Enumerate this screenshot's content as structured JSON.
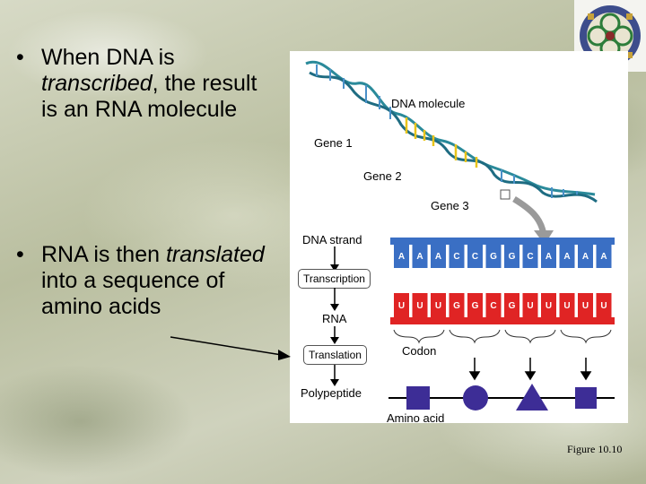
{
  "slide": {
    "bullet1": {
      "lead": "When DNA is",
      "emph": "transcribed",
      "tail": ", the result is an RNA molecule"
    },
    "bullet2": {
      "lead": "RNA is then",
      "emph": "translated",
      "tail": " into a sequence of amino acids"
    },
    "bullet_glyph": "•"
  },
  "figure": {
    "labels": {
      "dna_molecule": "DNA molecule",
      "gene1": "Gene 1",
      "gene2": "Gene 2",
      "gene3": "Gene 3",
      "dna_strand": "DNA strand",
      "transcription": "Transcription",
      "rna": "RNA",
      "translation": "Translation",
      "codon": "Codon",
      "polypeptide": "Polypeptide",
      "amino_acid": "Amino acid"
    },
    "dna_bases": [
      "A",
      "A",
      "A",
      "C",
      "C",
      "G",
      "G",
      "C",
      "A",
      "A",
      "A",
      "A"
    ],
    "rna_bases": [
      "U",
      "U",
      "U",
      "G",
      "G",
      "C",
      "G",
      "U",
      "U",
      "U",
      "U",
      "U"
    ],
    "colors": {
      "dna_blue": "#3a6fc4",
      "rna_red": "#e02424",
      "amino_purple": "#3d2d96",
      "helix_teal": "#2a8a9a",
      "gene_yellow": "#e8c41a"
    },
    "amino_acid_shapes": [
      "square",
      "circle",
      "triangle",
      "square"
    ],
    "caption": "Figure 10.10"
  }
}
